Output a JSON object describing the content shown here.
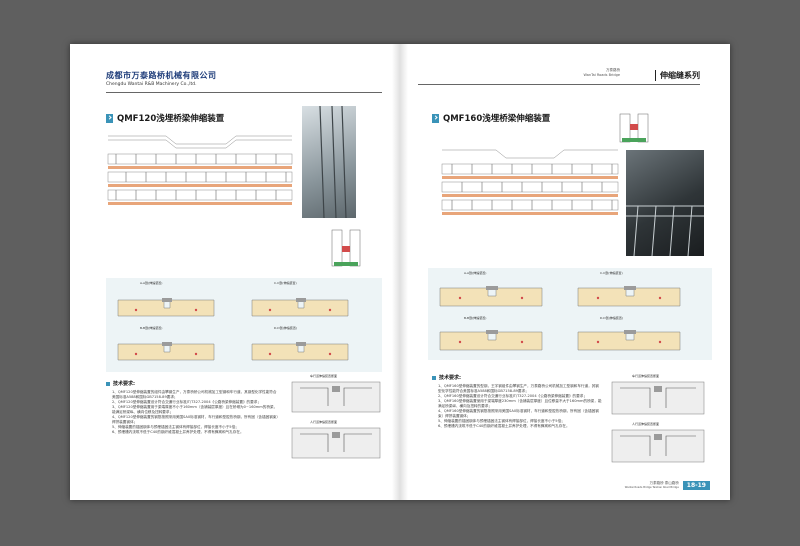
{
  "header": {
    "company_cn": "成都市万泰路桥机械有限公司",
    "company_en": "Chengdu Wantai R&B Machinery Co.,ltd.",
    "series_sub_1": "万泰路桥",
    "series_sub_2": "WanTai Roads Bridge",
    "series_title": "伸缩缝系列"
  },
  "left_page": {
    "section_title": "QMF120浅埋桥梁伸缩装置",
    "section_labels": [
      "A-A剖(伸缩装置)",
      "C-C剖(伸缩装置)",
      "B-B剖(伸缩装置)",
      "D-D剖(伸缩装置)"
    ],
    "detail_labels": [
      "车行道伸缩装置断面",
      "人行道伸缩装置断面"
    ],
    "tech_title": "技术要求:",
    "paragraphs": [
      "1、QMF120型伸缩装置的组件由攀钢生产，万泰桥桥公司机械加工型钢和车行道，其钢型化学性能符合美国标准A588和国标GB7158-89要求；",
      "2、QMF120型伸缩装置设计符合交通行业标准JT/T327-2004《公路桥梁伸缩装置》的要求；",
      "3、QMF120型伸缩装置用于梁端厚度不小于160mm（含铺装层厚度）且在桥墩为0~160mm的桥梁，能满足桥梁纵、横向位移及扭转要求；",
      "4、QMF120型伸缩装置的钢筋按照采用美国SA0标准钢材，车行道和型腔热桥钢，所有固（含锚固钢束）焊拼装置钢体；",
      "5、伸缩装置的锚固钢体与预埋锚固法主钢体有焊接部位，焊接长度不小于5倍；",
      "6、预埋槽内浇筑不低于C40的钢纤维混凝土并养护处理，不得有蜂窝和气孔存在。"
    ]
  },
  "right_page": {
    "section_title": "QMF160浅埋桥梁伸缩装置",
    "section_labels": [
      "A-A剖(伸缩装置)",
      "C-C剖(伸缩装置)",
      "B-B剖(伸缩装置)",
      "D-D剖(伸缩装置)"
    ],
    "detail_labels": [
      "车行道伸缩装置断面",
      "人行道伸缩装置断面"
    ],
    "tech_title": "技术要求:",
    "paragraphs": [
      "1、QMF160型伸缩装置的型钢，王字钢组件由攀钢生产，万泰路桥公司机械加工型钢和车行道，其钢型化学性能符合美国标准A588和国标GB7158-89要求；",
      "2、QMF160型伸缩装置设计符合交通行业标准JT/T327-2004《公路桥梁伸缩装置》的要求；",
      "3、QMF160型伸缩装置使用于梁端厚度230mm（含铺装层厚度）且位移量不大于160mm的桥梁，能满足桥梁纵、横向及扭转的要求；",
      "4、QMF160型伸缩装置的钢筋按照采用美国SA0标准钢材，车行道和型腔热桥钢，所有固（含锚固钢束）焊拼装置钢体；",
      "5、伸缩装置的锚固钢体与预埋锚固法主钢体有焊接部位，焊接长度不小于5倍；",
      "6、预埋槽内浇筑不低于C40的钢纤维混凝土并养护处理，不得有蜂窝和气孔存在。"
    ],
    "page_label_cn": "万泰路桥 泰山路桥",
    "page_label_en": "Wantai Roads Bridge  Taishan Road Bridge",
    "page_number": "18-19"
  },
  "colors": {
    "accent": "#3a93b8",
    "band": "#edf4f6",
    "company": "#1f3d7a"
  }
}
